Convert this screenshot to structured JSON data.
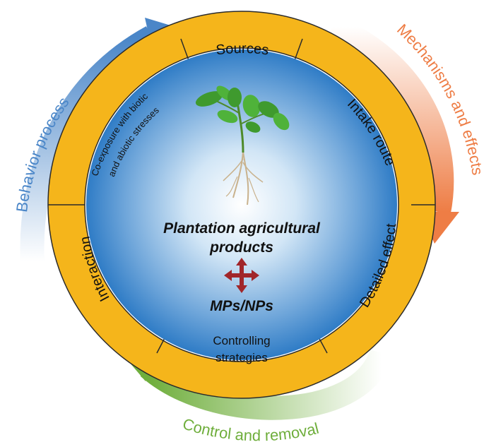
{
  "center": {
    "line1": "Plantation agricultural",
    "line2": "products",
    "line3": "MPs/NPs"
  },
  "ring_segments": {
    "sources": "Sources",
    "intake_route": "Intake route",
    "detailed_effect": "Detailed effect",
    "controlling_line1": "Controlling",
    "controlling_line2": "strategies",
    "interaction": "Interaction",
    "coexposure_line1": "Co-exposure with biotic",
    "coexposure_line2": "and abiotic stresses"
  },
  "outer_labels": {
    "behavior": "Behavior process",
    "mechanisms": "Mechanisms and effects",
    "control": "Control and removal"
  },
  "colors": {
    "ring_fill": "#F5B51B",
    "ring_stroke": "#2B2B2B",
    "center_light": "#FFFFFF",
    "center_dark": "#2F7CC6",
    "behavior_arrow": "#4A86C8",
    "mechanisms_arrow": "#EE7D45",
    "control_arrow": "#6FAE3C",
    "cross_arrow": "#A1262A"
  },
  "icons": {
    "plant": "seedling-icon",
    "cross": "four-way-arrow-icon"
  }
}
